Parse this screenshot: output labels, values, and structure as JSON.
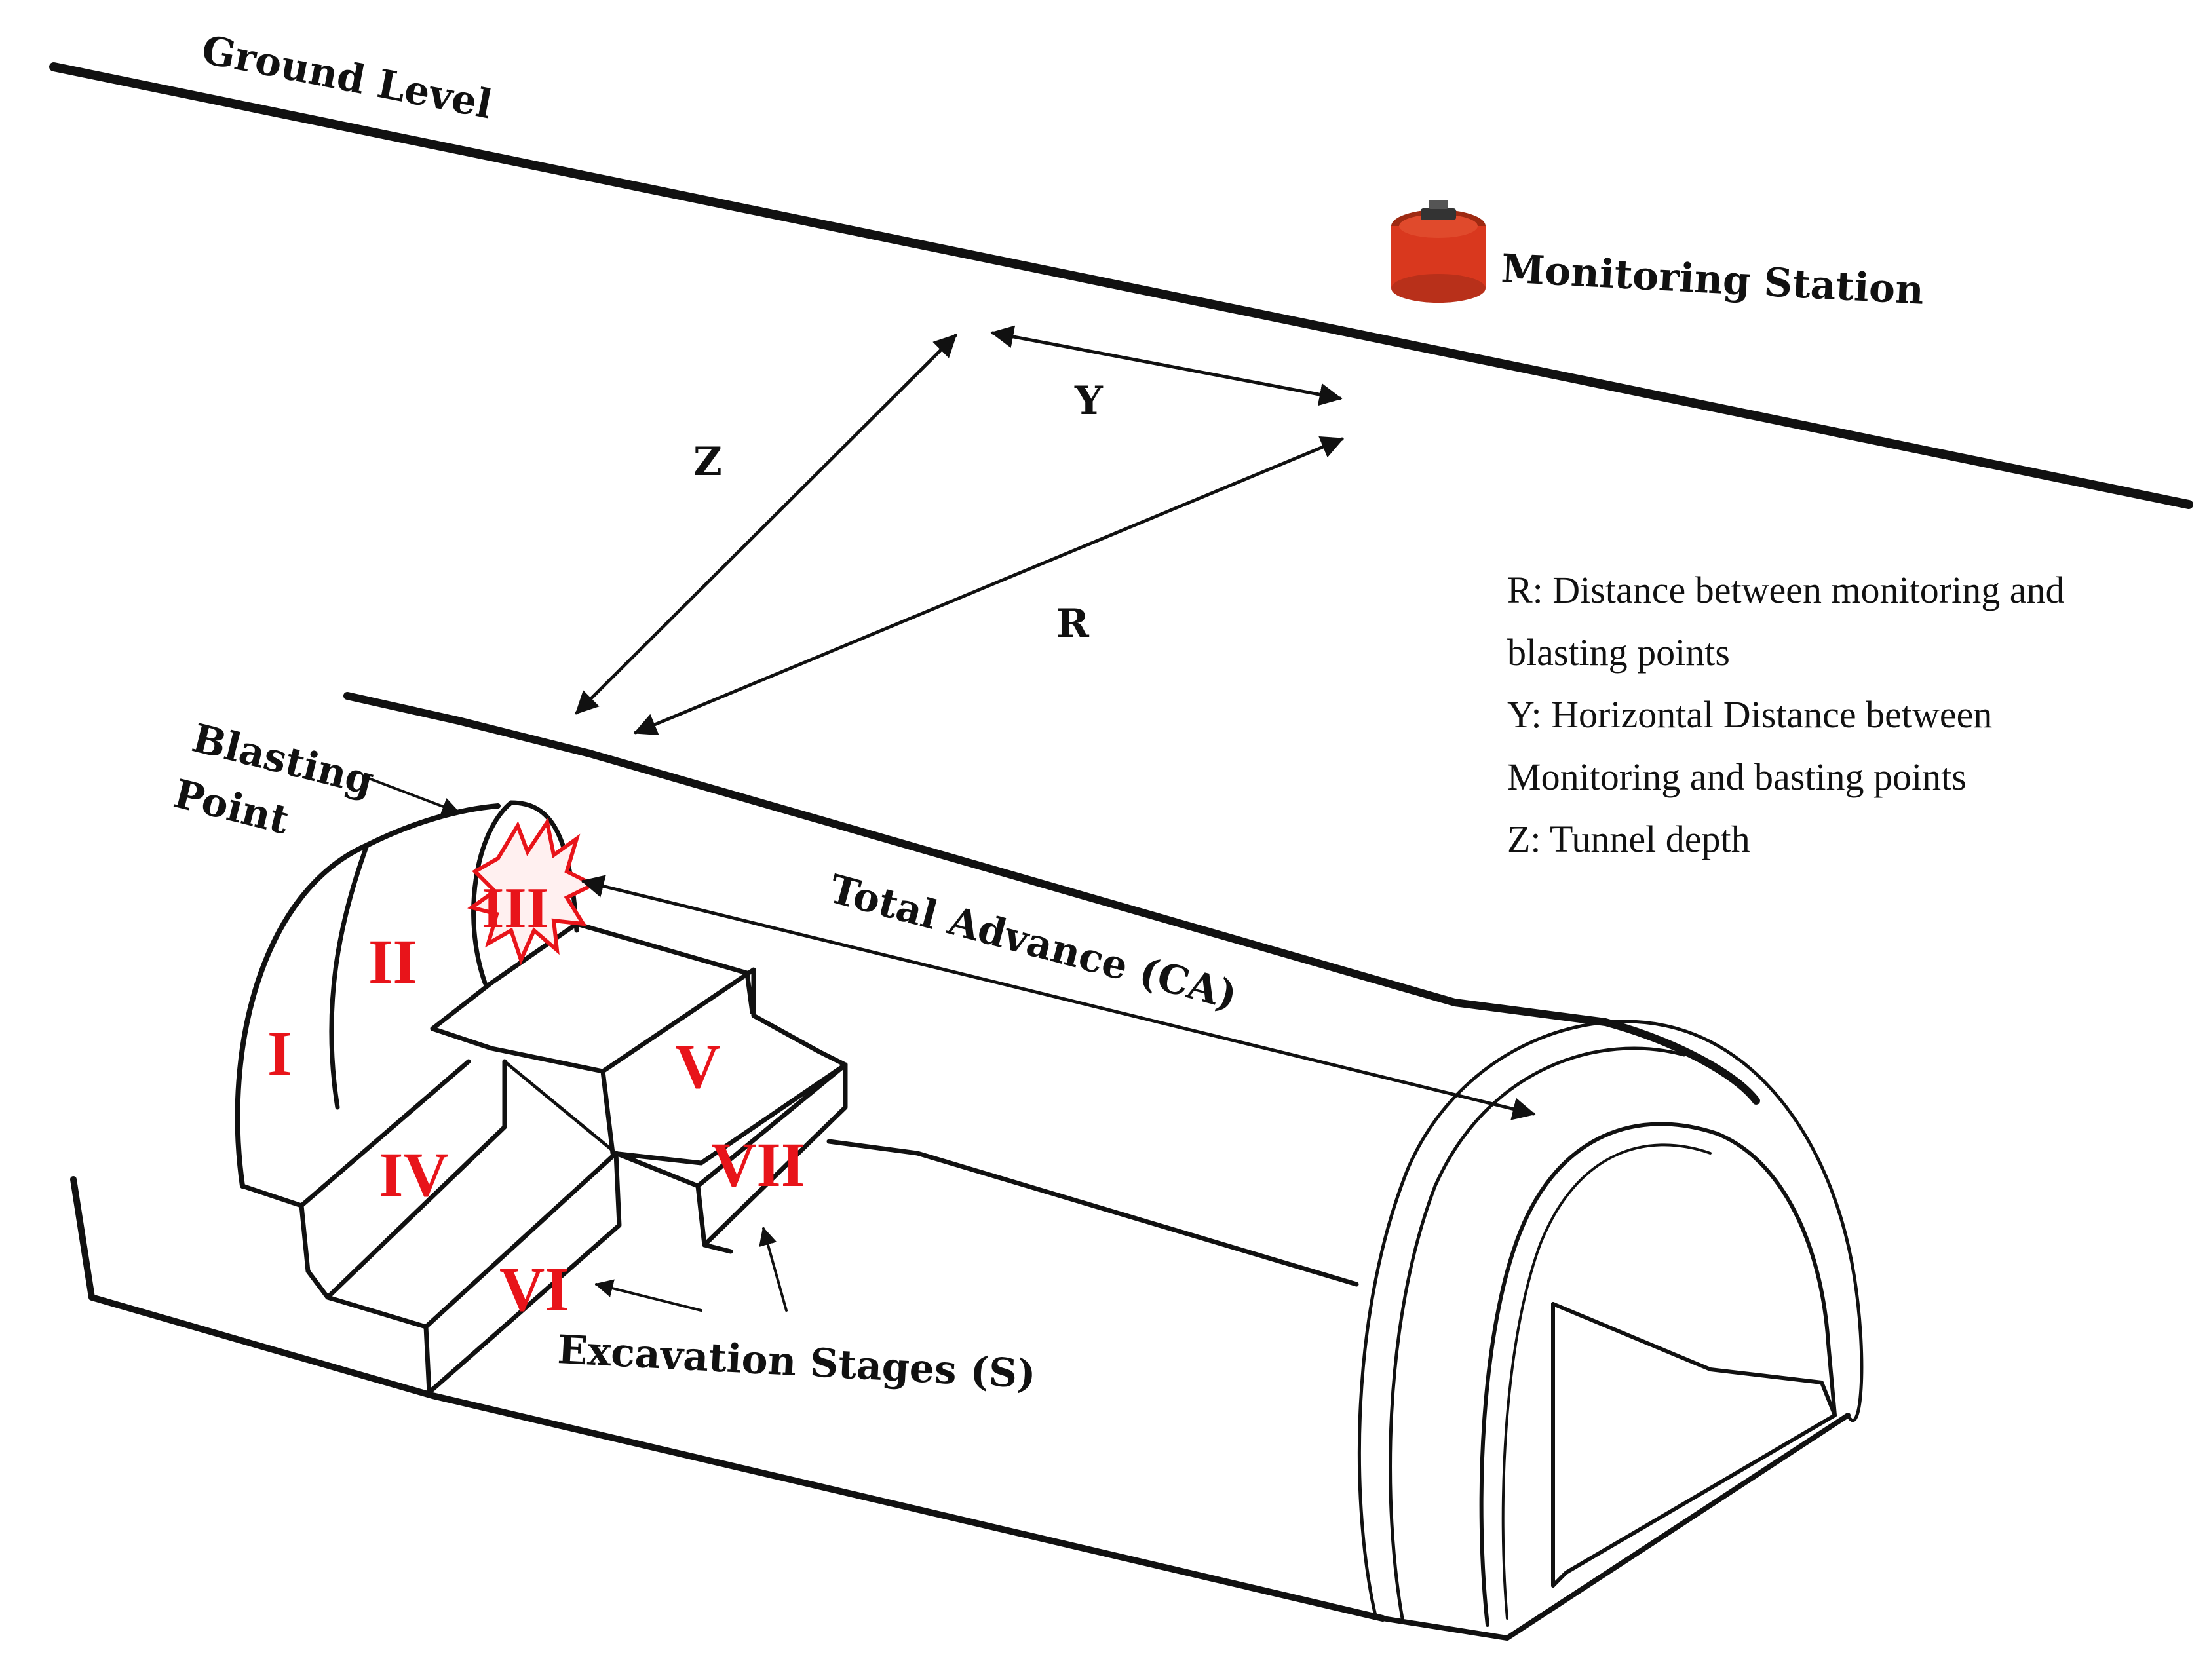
{
  "labels": {
    "ground_level": "Ground Level",
    "monitoring_station": "Monitoring Station",
    "blasting_point_line1": "Blasting",
    "blasting_point_line2": "Point",
    "y": "Y",
    "z": "Z",
    "r": "R",
    "total_advance": "Total Advance (CA)",
    "excavation_stages": "Excavation Stages (S)"
  },
  "legend": [
    "R: Distance between monitoring and",
    "blasting points",
    "Y: Horizontal Distance between",
    "Monitoring and basting points",
    "Z: Tunnel depth"
  ],
  "stages": [
    "I",
    "II",
    "III",
    "IV",
    "V",
    "VI",
    "VII"
  ],
  "colors": {
    "stage_label": "#e8141a",
    "line": "#111111",
    "station": "#d9381e"
  }
}
